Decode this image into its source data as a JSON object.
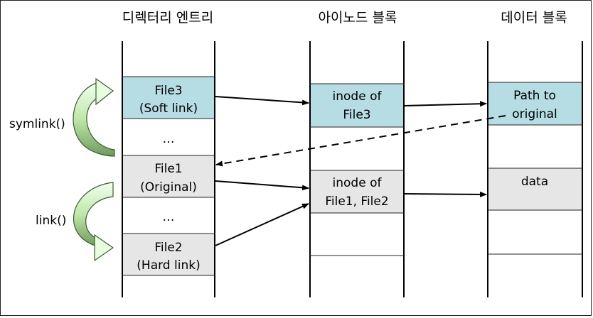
{
  "columns": {
    "directory": "디렉터리 엔트리",
    "inode": "아이노드 블록",
    "data": "데이터 블록"
  },
  "directory_cells": {
    "file3_line1": "File3",
    "file3_line2": "(Soft link)",
    "dots1": "…",
    "file1_line1": "File1",
    "file1_line2": "(Original)",
    "dots2": "…",
    "file2_line1": "File2",
    "file2_line2": "(Hard link)"
  },
  "inode_cells": {
    "inode3_line1": "inode of",
    "inode3_line2": "File3",
    "inode12_line1": "inode of",
    "inode12_line2": "File1, File2"
  },
  "data_cells": {
    "path_line1": "Path to",
    "path_line2": "original",
    "data": "data"
  },
  "side_labels": {
    "symlink": "symlink()",
    "link": "link()"
  },
  "colors": {
    "soft_link_cell": "#b7dde4",
    "gray_cell": "#e6e6e6",
    "arrow_light": "#e6ffd9",
    "arrow_dark": "#7fa86c"
  }
}
